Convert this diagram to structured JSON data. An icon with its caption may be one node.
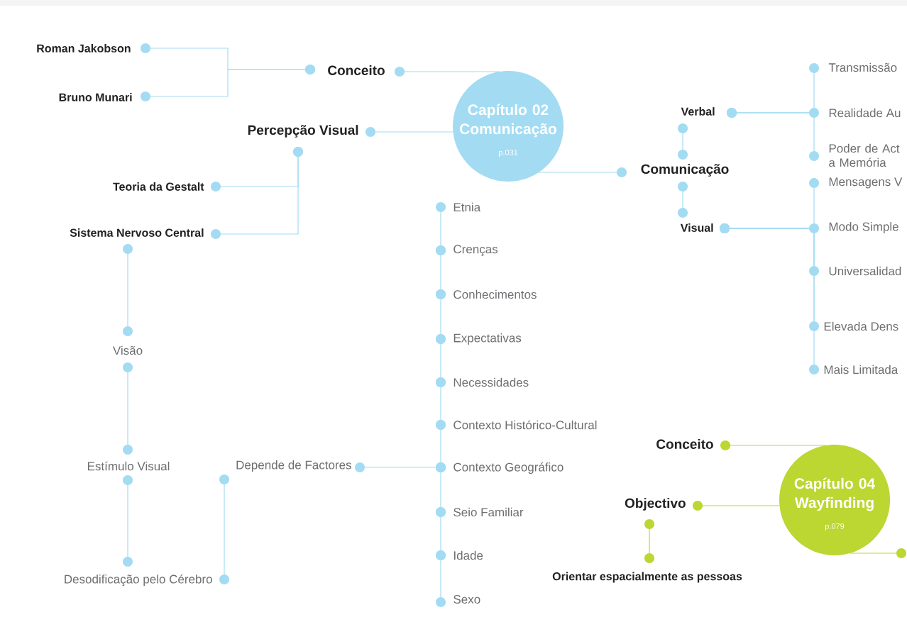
{
  "diagram": {
    "nodes": [
      {
        "text": [
          "Capítulo 02 Comunicação",
          "p.031"
        ]
      },
      {
        "text": [
          "Conceito"
        ]
      },
      {
        "text": [
          "Roman Jakobson"
        ]
      },
      {
        "text": [
          "Bruno Munari"
        ]
      },
      {
        "text": [
          "Percepção Visual"
        ]
      },
      {
        "text": [
          "Teoria da Gestalt"
        ]
      },
      {
        "text": [
          "Sistema Nervoso Central"
        ]
      },
      {
        "text": [
          "Visão"
        ]
      },
      {
        "text": [
          "Estímulo Visual"
        ]
      },
      {
        "text": [
          "Desodificação pelo Cérebro"
        ]
      },
      {
        "text": [
          "Depende de Factores"
        ]
      },
      {
        "text": [
          "Etnia"
        ]
      },
      {
        "text": [
          "Crenças"
        ]
      },
      {
        "text": [
          "Conhecimentos"
        ]
      },
      {
        "text": [
          "Expectativas"
        ]
      },
      {
        "text": [
          "Necessidades"
        ]
      },
      {
        "text": [
          "Contexto Histórico-Cultural"
        ]
      },
      {
        "text": [
          "Contexto Geográfico"
        ]
      },
      {
        "text": [
          "Seio Familiar"
        ]
      },
      {
        "text": [
          "Idade"
        ]
      },
      {
        "text": [
          "Sexo"
        ]
      },
      {
        "text": [
          "Comunicação"
        ]
      },
      {
        "text": [
          "Verbal"
        ]
      },
      {
        "text": [
          "Visual"
        ]
      },
      {
        "text": [
          "Transmissão"
        ]
      },
      {
        "text": [
          "Realidade Au"
        ]
      },
      {
        "text": [
          "Poder de Act a Memória"
        ]
      },
      {
        "text": [
          "Mensagens V"
        ]
      },
      {
        "text": [
          "Modo Simple"
        ]
      },
      {
        "text": [
          "Universalidad"
        ]
      },
      {
        "text": [
          "Elevada Dens"
        ]
      },
      {
        "text": [
          "Mais Limitada"
        ]
      },
      {
        "text": [
          "Capítulo 04 Wayfinding",
          "p.079"
        ]
      },
      {
        "text": [
          "Conceito"
        ]
      },
      {
        "text": [
          "Objectivo"
        ]
      },
      {
        "text": [
          "Orientar espacialmente as pessoas"
        ]
      }
    ],
    "edges": [
      {
        "from": 0,
        "to": 1,
        "arrow": "other"
      },
      {
        "from": 1,
        "to": 2,
        "arrow": "other"
      },
      {
        "from": 1,
        "to": 3,
        "arrow": "other"
      },
      {
        "from": 0,
        "to": 4,
        "arrow": "other"
      },
      {
        "from": 4,
        "to": 5,
        "arrow": "other"
      },
      {
        "from": 4,
        "to": 6,
        "arrow": "other"
      },
      {
        "from": 6,
        "to": 7,
        "arrow": "other"
      },
      {
        "from": 7,
        "to": 8,
        "arrow": "other"
      },
      {
        "from": 8,
        "to": 9,
        "arrow": "other"
      },
      {
        "from": 9,
        "to": 10,
        "arrow": "other"
      },
      {
        "from": 10,
        "to": 17,
        "arrow": "other"
      },
      {
        "from": 11,
        "to": 12,
        "arrow": "other"
      },
      {
        "from": 12,
        "to": 13,
        "arrow": "other"
      },
      {
        "from": 13,
        "to": 14,
        "arrow": "other"
      },
      {
        "from": 14,
        "to": 15,
        "arrow": "other"
      },
      {
        "from": 15,
        "to": 16,
        "arrow": "other"
      },
      {
        "from": 16,
        "to": 17,
        "arrow": "other"
      },
      {
        "from": 17,
        "to": 18,
        "arrow": "other"
      },
      {
        "from": 18,
        "to": 19,
        "arrow": "other"
      },
      {
        "from": 19,
        "to": 20,
        "arrow": "other"
      },
      {
        "from": 0,
        "to": 21,
        "arrow": "other"
      },
      {
        "from": 21,
        "to": 22,
        "arrow": "other"
      },
      {
        "from": 21,
        "to": 23,
        "arrow": "other"
      },
      {
        "from": 22,
        "to": 24,
        "arrow": "other"
      },
      {
        "from": 22,
        "to": 25,
        "arrow": "other"
      },
      {
        "from": 22,
        "to": 26,
        "arrow": "other"
      },
      {
        "from": 23,
        "to": 27,
        "arrow": "other"
      },
      {
        "from": 23,
        "to": 28,
        "arrow": "other"
      },
      {
        "from": 23,
        "to": 29,
        "arrow": "other"
      },
      {
        "from": 23,
        "to": 30,
        "arrow": "other"
      },
      {
        "from": 23,
        "to": 31,
        "arrow": "other"
      },
      {
        "from": 32,
        "to": 33,
        "arrow": "other",
        "color": "#bcd632"
      },
      {
        "from": 32,
        "to": 34,
        "arrow": "other",
        "color": "#bcd632"
      },
      {
        "from": 32,
        "to": null,
        "arrow": "other",
        "color": "#bcd632"
      },
      {
        "from": 34,
        "to": 35,
        "arrow": "other",
        "color": "#bcd632"
      }
    ]
  }
}
